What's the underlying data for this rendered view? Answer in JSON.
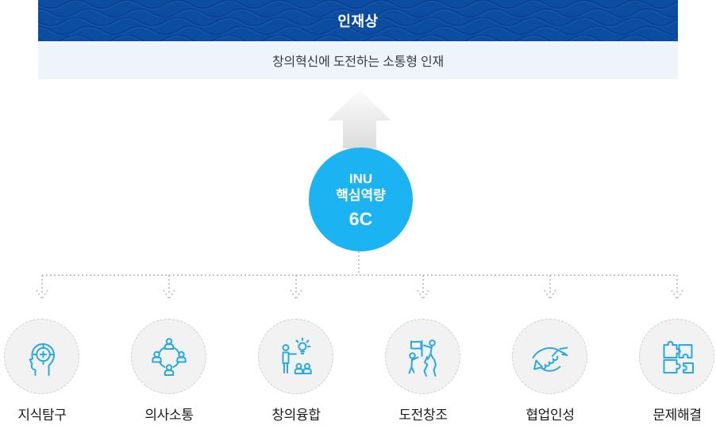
{
  "header": {
    "title": "인재상",
    "subtitle": "창의혁신에 도전하는 소통형 인재"
  },
  "core": {
    "line1": "INU",
    "line2": "핵심역량",
    "line3": "6C"
  },
  "competencies": [
    {
      "label": "지식탐구",
      "icon": "head-target-icon"
    },
    {
      "label": "의사소통",
      "icon": "people-network-icon"
    },
    {
      "label": "창의융합",
      "icon": "idea-presentation-icon"
    },
    {
      "label": "도전창조",
      "icon": "mountain-flag-icon"
    },
    {
      "label": "협업인성",
      "icon": "handshake-icon"
    },
    {
      "label": "문제해결",
      "icon": "puzzle-icon"
    }
  ],
  "colors": {
    "header_bg": "#0b4da3",
    "header_wave": "#09418f",
    "subtitle_bg": "#eff4fb",
    "subtitle_text": "#353c44",
    "core_circle": "#1cb3f3",
    "icon_stroke": "#29a9e2",
    "competency_circle_bg": "#f2f2f2",
    "dotted_line": "#c5c5c5",
    "arrow_gradient_top": "#fcfcfc",
    "arrow_gradient_bottom": "#dcdcdc"
  }
}
